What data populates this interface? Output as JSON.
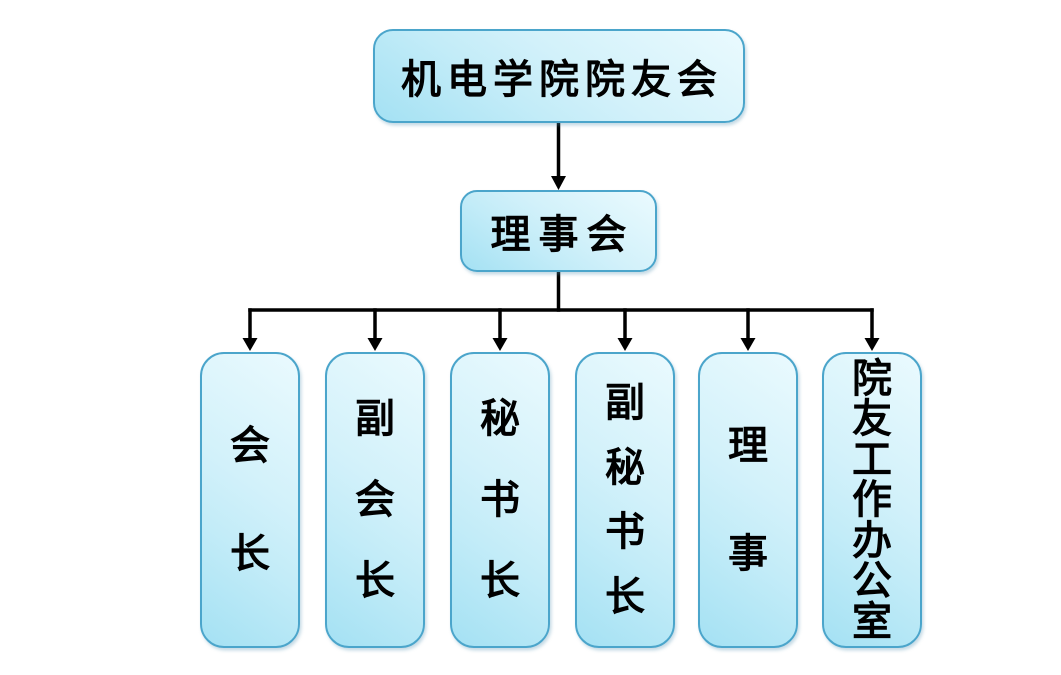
{
  "org_chart": {
    "root": {
      "label": "机电学院院友会"
    },
    "board": {
      "label": "理事会"
    },
    "positions": [
      {
        "label": "会长"
      },
      {
        "label": "副会长"
      },
      {
        "label": "秘书长"
      },
      {
        "label": "副秘书长"
      },
      {
        "label": "理事"
      },
      {
        "label": "院友工作办公室"
      }
    ],
    "colors": {
      "box_border": "#4ba5cb",
      "box_fill_light": "#eafafe",
      "box_fill_dark": "#a4e1f3",
      "connector": "#000000",
      "text": "#000000",
      "background": "#ffffff"
    }
  }
}
